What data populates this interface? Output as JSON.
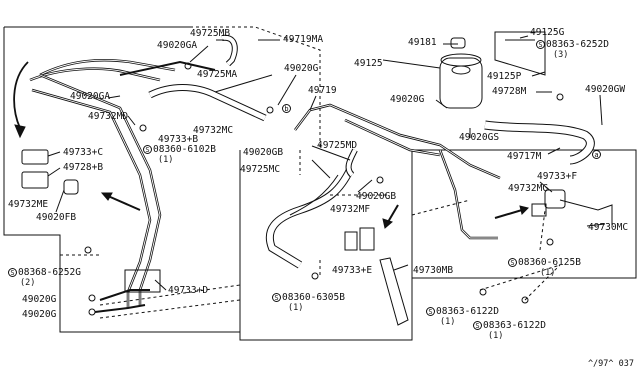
{
  "diagram": {
    "parts": {
      "p49725MB": "49725MB",
      "p49020GA_top": "49020GA",
      "p49719MA": "49719MA",
      "p49725MA": "49725MA",
      "p49020G_mid": "49020G",
      "p49020GA_left": "49020GA",
      "p49732MD": "49732MD",
      "p49732MC": "49732MC",
      "p49733B_top": "49733+B",
      "p08360_6102B": "08360-6102B",
      "p08360_6102B_qty": "(1)",
      "p49733C": "49733+C",
      "p49728B": "49728+B",
      "p49732ME": "49732ME",
      "p49020FB": "49020FB",
      "p08368_6252G": "08368-6252G",
      "p08368_6252G_qty": "(2)",
      "p49733D": "49733+D",
      "p49020G_b1": "49020G",
      "p49020G_b2": "49020G",
      "p49719": "49719",
      "p49725MD": "49725MD",
      "p49020GB_a": "49020GB",
      "p49725MC": "49725MC",
      "p49020GB_b": "49020GB",
      "p49732MF": "49732MF",
      "p49733E": "49733+E",
      "p49730MB": "49730MB",
      "p08360_6305B": "08360-6305B",
      "p08360_6305B_qty": "(1)",
      "p49181": "49181",
      "p49125": "49125",
      "p49125G": "49125G",
      "p08363_6252D": "08363-6252D",
      "p08363_6252D_qty": "(3)",
      "p49125P": "49125P",
      "p49728M": "49728M",
      "p49020G_right": "49020G",
      "p49020GS": "49020GS",
      "p49717M": "49717M",
      "p49020GW": "49020GW",
      "p49733F": "49733+F",
      "p49732MG": "49732MG",
      "p49730MC": "49730MC",
      "p08360_6125B": "08360-6125B",
      "p08360_6125B_qty": "(1)",
      "p08363_6122D_a": "08363-6122D",
      "p08363_6122D_a_qty": "(1)",
      "p08363_6122D_b": "08363-6122D",
      "p08363_6122D_b_qty": "(1)"
    },
    "circle_markers": {
      "s_symbol": "S",
      "b_marker": "b",
      "a_marker": "a"
    },
    "footer_code": "^/97^ 037"
  }
}
